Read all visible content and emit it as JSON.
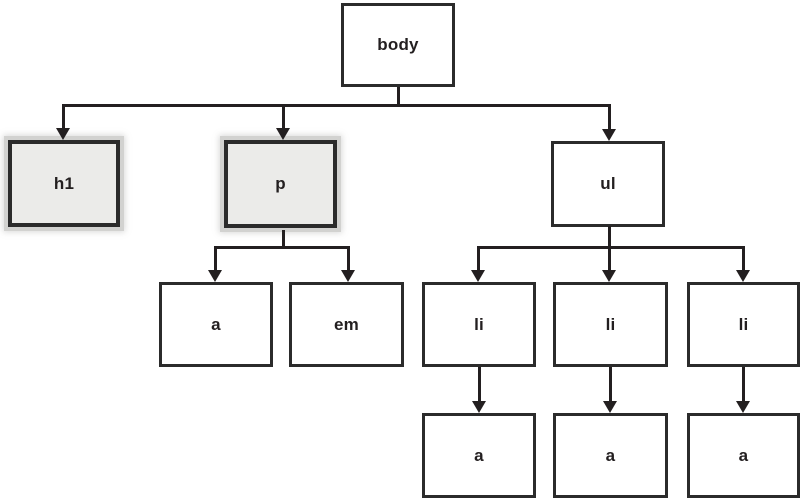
{
  "diagram": {
    "type": "dom-tree",
    "description": "Document tree of an HTML page: body with children h1, p, ul; p contains a and em; ul contains three li elements, each containing an a",
    "nodes": [
      {
        "id": "body",
        "label": "body",
        "highlighted": false
      },
      {
        "id": "h1",
        "label": "h1",
        "highlighted": true
      },
      {
        "id": "p",
        "label": "p",
        "highlighted": true
      },
      {
        "id": "ul",
        "label": "ul",
        "highlighted": false
      },
      {
        "id": "a-p",
        "label": "a",
        "highlighted": false
      },
      {
        "id": "em",
        "label": "em",
        "highlighted": false
      },
      {
        "id": "li-1",
        "label": "li",
        "highlighted": false
      },
      {
        "id": "li-2",
        "label": "li",
        "highlighted": false
      },
      {
        "id": "li-3",
        "label": "li",
        "highlighted": false
      },
      {
        "id": "a-li-1",
        "label": "a",
        "highlighted": false
      },
      {
        "id": "a-li-2",
        "label": "a",
        "highlighted": false
      },
      {
        "id": "a-li-3",
        "label": "a",
        "highlighted": false
      }
    ],
    "edges": [
      [
        "body",
        "h1"
      ],
      [
        "body",
        "p"
      ],
      [
        "body",
        "ul"
      ],
      [
        "p",
        "a-p"
      ],
      [
        "p",
        "em"
      ],
      [
        "ul",
        "li-1"
      ],
      [
        "ul",
        "li-2"
      ],
      [
        "ul",
        "li-3"
      ],
      [
        "li-1",
        "a-li-1"
      ],
      [
        "li-2",
        "a-li-2"
      ],
      [
        "li-3",
        "a-li-3"
      ]
    ],
    "colors": {
      "line": "#231f20",
      "box_border": "#2b2b2b",
      "box_fill": "#ffffff",
      "highlight_fill": "#ebebe9",
      "highlight_halo": "#d2d2d0",
      "text": "#231f20",
      "bg": "#ffffff"
    }
  }
}
